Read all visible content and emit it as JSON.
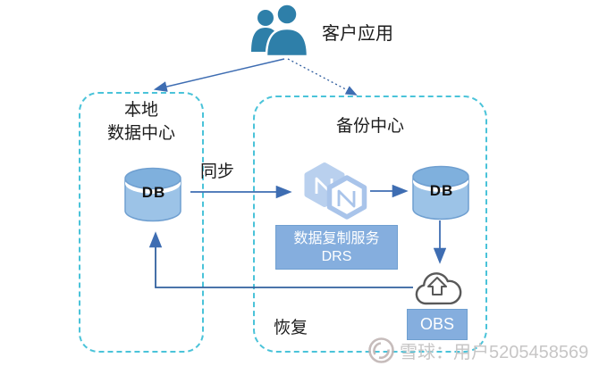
{
  "diagram": {
    "client": {
      "label": "客户应用"
    },
    "local_dc": {
      "title_line1": "本地",
      "title_line2": "数据中心",
      "db_label": "DB"
    },
    "backup_dc": {
      "title": "备份中心",
      "db_label": "DB"
    },
    "flows": {
      "sync_label": "同步",
      "recover_label": "恢复"
    },
    "drs": {
      "name": "数据复制服务",
      "abbr": "DRS"
    },
    "obs": {
      "label": "OBS"
    }
  },
  "watermark": {
    "text": "雪球：用户5205458569"
  },
  "colors": {
    "zone_dashed_border": "#4ac3d9",
    "arrow_blue": "#3e6db2",
    "recovery_blue": "#31609f",
    "people_icon": "#2e7fa9",
    "db_body": "#9cc3e7",
    "db_top": "#7fb0dd",
    "db_stroke": "#6f9fd0",
    "service_box_fill": "#85aede",
    "service_box_text": "#ffffff",
    "drs_hex": "#a9c4ea",
    "cloud_stroke": "#595959",
    "watermark_text": "#c7c6c6"
  }
}
